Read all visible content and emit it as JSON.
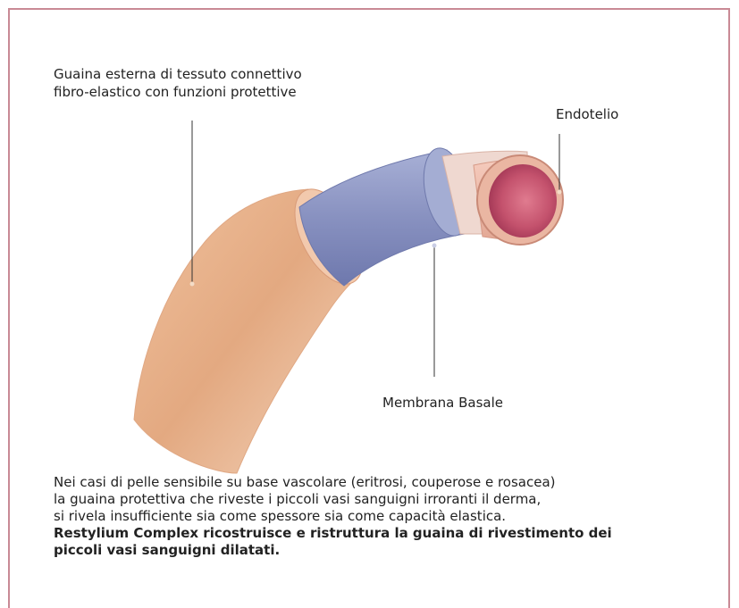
{
  "labels": {
    "outer_sheath_line1": "Guaina esterna di tessuto connettivo",
    "outer_sheath_line2": "fibro-elastico con funzioni protettive",
    "endothelium": "Endotelio",
    "basal_membrane": "Membrana Basale"
  },
  "description": {
    "line1": "Nei casi di pelle sensibile su base vascolare (eritrosi, couperose e rosacea)",
    "line2": "la guaina protettiva che riveste i piccoli vasi sanguigni irroranti il derma,",
    "line3": "si rivela insufficiente sia come spessore sia come capacità elastica.",
    "bold_line1": "Restylium Complex ricostruisce e ristruttura  la guaina di rivestimento dei",
    "bold_line2": "piccoli vasi sanguigni dilatati."
  },
  "colors": {
    "frame": "#c98a95",
    "outer_sheath": "#e3ac86",
    "basal_membrane": "#8d97c2",
    "endothelium": "#e8b7a5",
    "lumen": "#c2556f"
  }
}
